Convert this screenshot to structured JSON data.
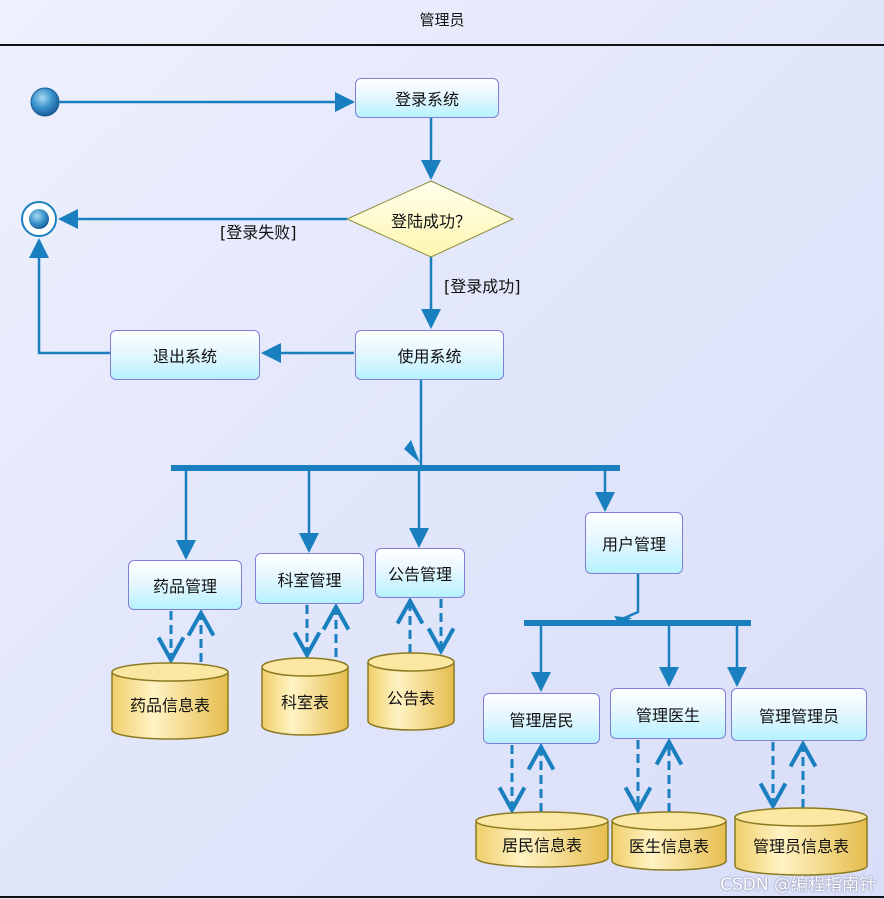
{
  "swimlane": {
    "title": "管理员"
  },
  "nodes": {
    "login": "登录系统",
    "decision": "登陆成功？",
    "use": "使用系统",
    "exit": "退出系统",
    "drug_mgmt": "药品管理",
    "dept_mgmt": "科室管理",
    "notice_mgmt": "公告管理",
    "user_mgmt": "用户管理",
    "resident_mgmt": "管理居民",
    "doctor_mgmt": "管理医生",
    "admin_mgmt": "管理管理员"
  },
  "tables": {
    "drug": "药品信息表",
    "dept": "科室表",
    "notice": "公告表",
    "resident": "居民信息表",
    "doctor": "医生信息表",
    "admin": "管理员信息表"
  },
  "guards": {
    "fail": "[登录失败]",
    "success": "[登录成功]"
  },
  "watermark": "CSDN @编程指南针",
  "colors": {
    "flow": "#1a7fbf",
    "box_border": "#7f7fd8",
    "box_fill_bottom": "#b7f2ff",
    "decision_fill": "#fffbc8",
    "cylinder_fill": "#f3d479",
    "cylinder_edge": "#8c7a20",
    "bar": "#1a7fbf"
  }
}
